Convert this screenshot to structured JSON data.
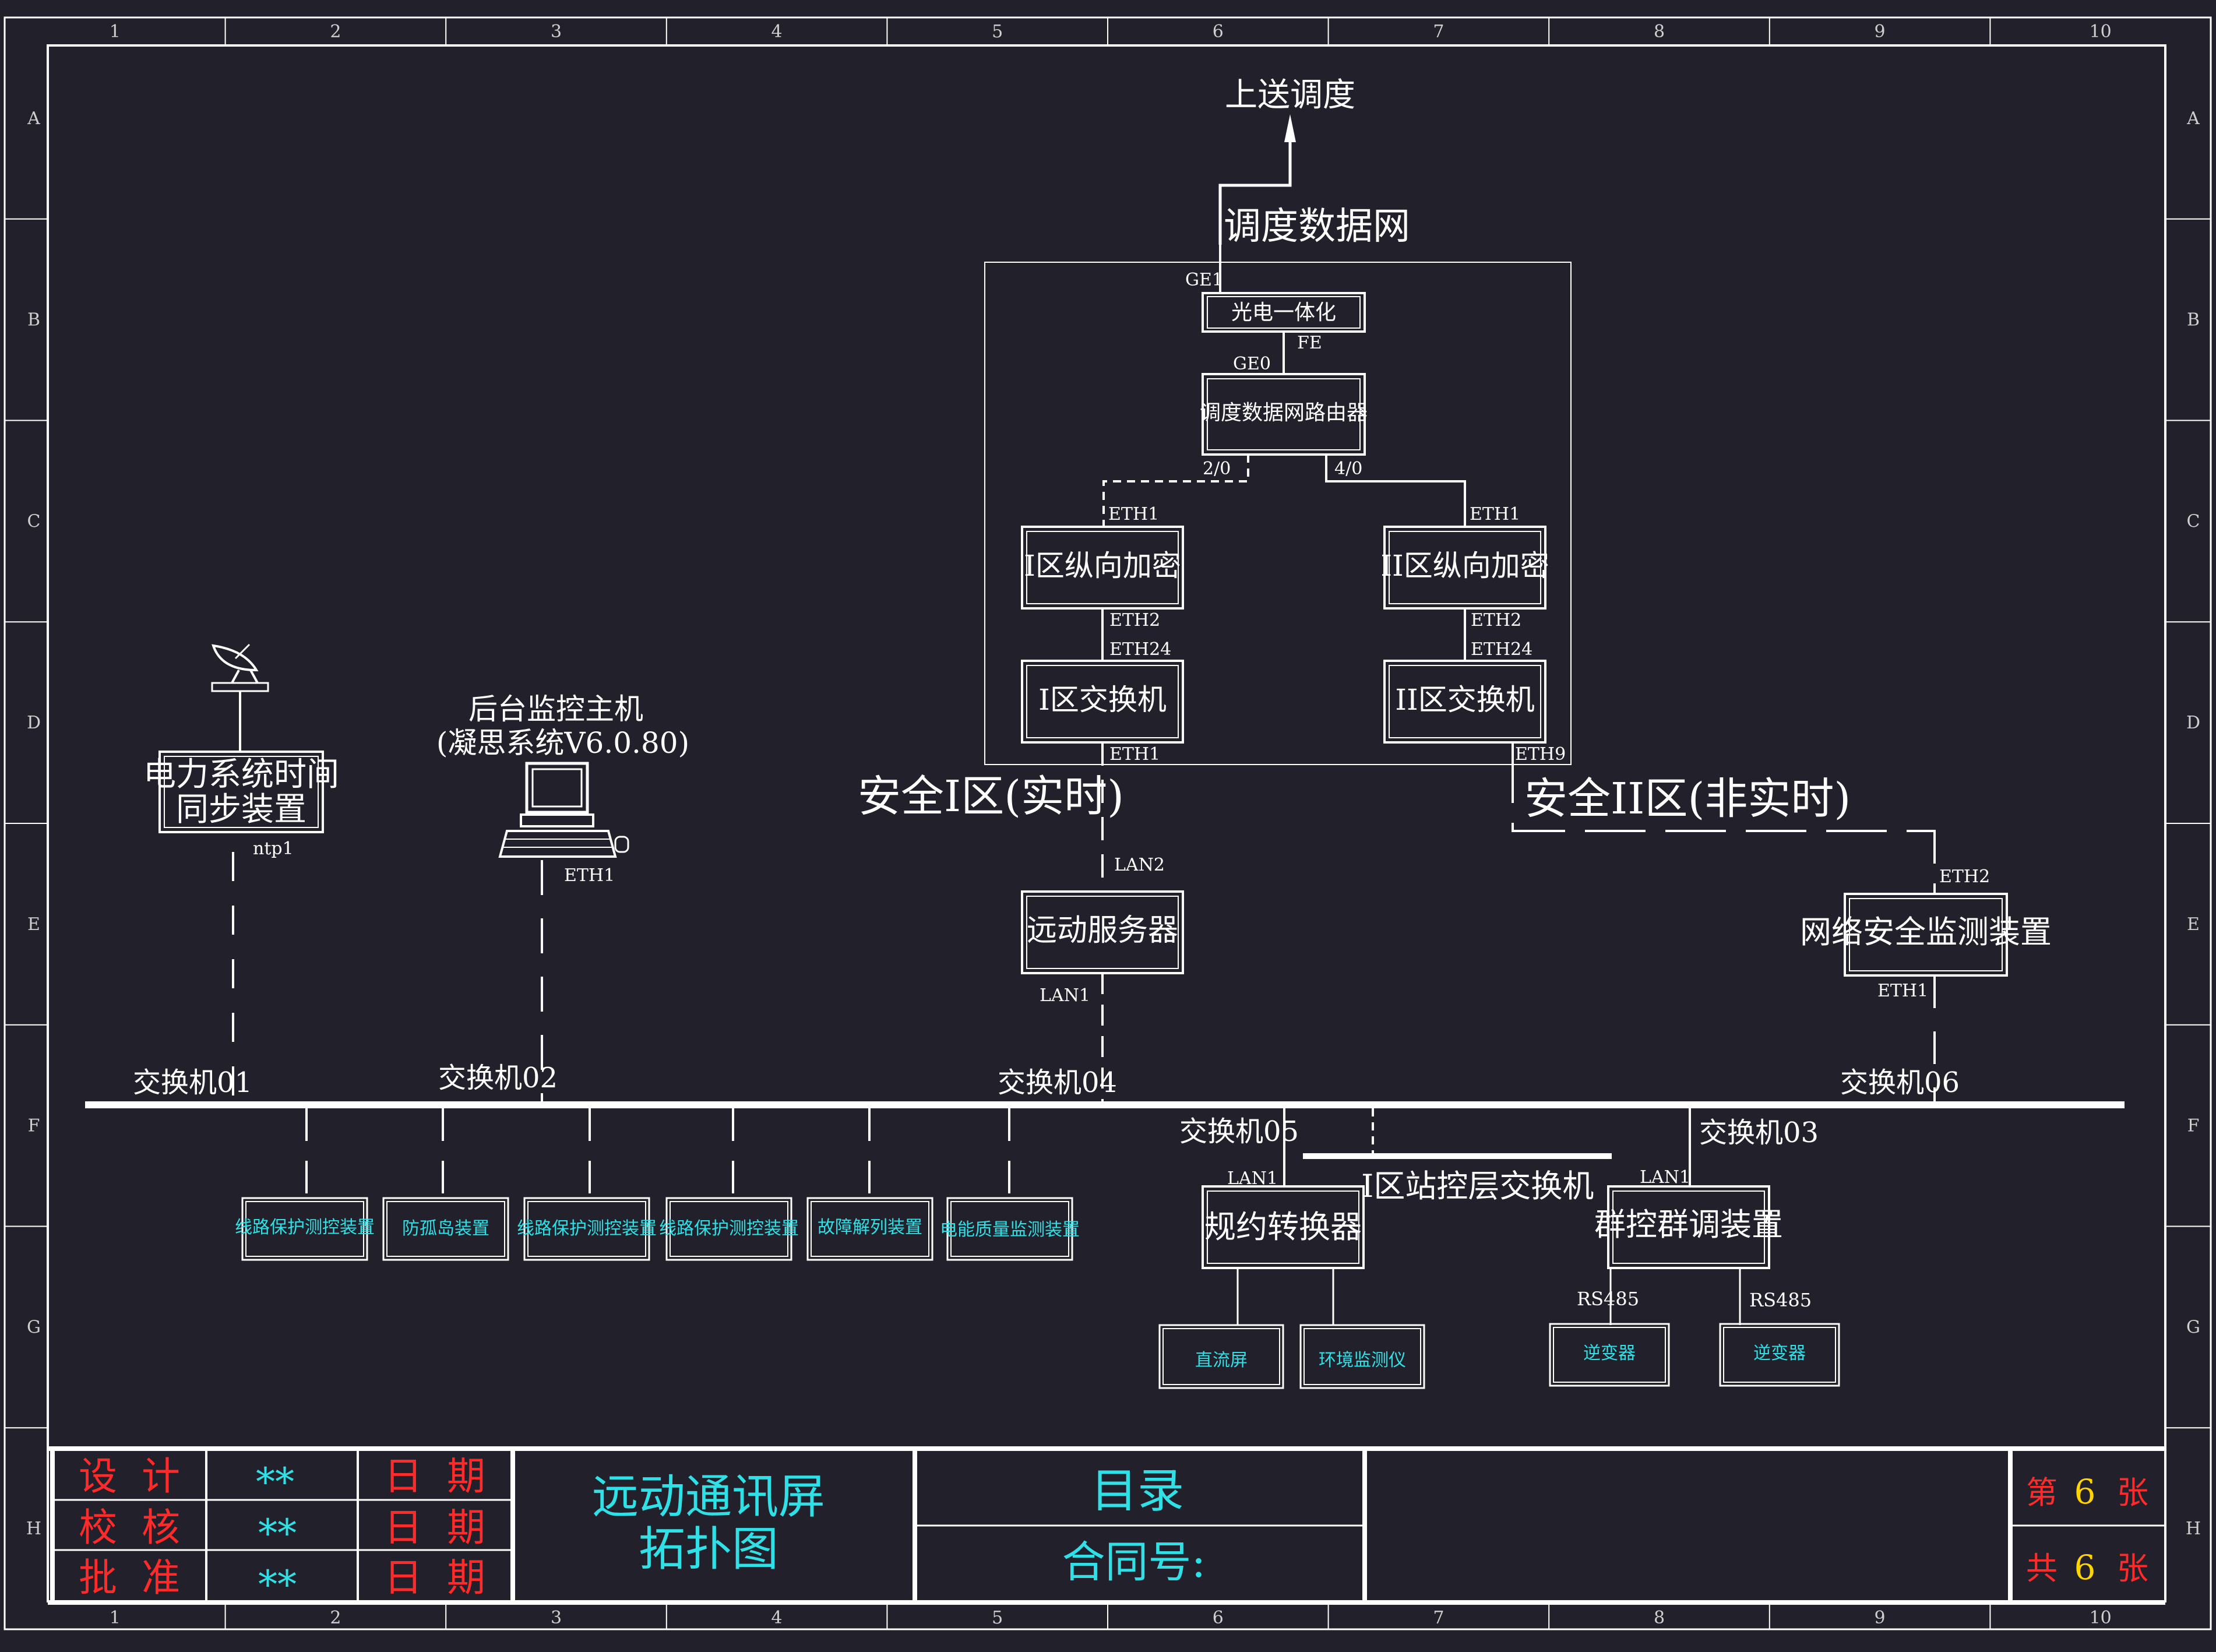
{
  "colors": {
    "background": "#22212b",
    "line": "#ffffff",
    "device_text": "#2fe0e6",
    "title_red": "#ff2a2a",
    "sheet_no": "#ffd400"
  },
  "grid": {
    "cols": [
      "1",
      "2",
      "3",
      "4",
      "5",
      "6",
      "7",
      "8",
      "9",
      "10"
    ],
    "rows": [
      "A",
      "B",
      "C",
      "D",
      "E",
      "F",
      "G",
      "H"
    ]
  },
  "top": {
    "upload": "上送调度",
    "dispatch_net": "调度数据网",
    "ge1": "GE1",
    "optical": "光电一体化",
    "fe": "FE",
    "ge0": "GE0",
    "router": "调度数据网路由器",
    "port_2_0": "2/0",
    "port_4_0": "4/0",
    "eth1_left": "ETH1",
    "eth1_right": "ETH1",
    "enc1": "I区纵向加密",
    "enc2": "II区纵向加密",
    "eth2_left": "ETH2",
    "eth2_right": "ETH2",
    "eth24_left": "ETH24",
    "eth24_right": "ETH24",
    "sw1": "I区交换机",
    "sw2": "II区交换机",
    "eth1_sw1": "ETH1",
    "eth9": "ETH9"
  },
  "zones": {
    "zone1": "安全I区(实时)",
    "zone2": "安全II区(非实时)"
  },
  "middle": {
    "lan2": "LAN2",
    "rt_server": "远动服务器",
    "lan1": "LAN1",
    "eth2_sec": "ETH2",
    "security_monitor": "网络安全监测装置",
    "eth1_sec": "ETH1",
    "time_sync_line1": "电力系统时间",
    "time_sync_line2": "同步装置",
    "ntp1": "ntp1",
    "monitor_host_line1": "后台监控主机",
    "monitor_host_line2": "(凝思系统V6.0.80)",
    "eth1_host": "ETH1"
  },
  "switches": {
    "sw01": "交换机01",
    "sw02": "交换机02",
    "sw04": "交换机04",
    "sw06": "交换机06",
    "sw05": "交换机05",
    "sw03": "交换机03",
    "station_sw": "I区站控层交换机"
  },
  "devices": [
    "线路保护测控装置",
    "防孤岛装置",
    "线路保护测控装置",
    "线路保护测控装置",
    "故障解列装置",
    "电能质量监测装置"
  ],
  "bottom": {
    "lan1_a": "LAN1",
    "protocol_conv": "规约转换器",
    "dc_screen": "直流屏",
    "env_monitor": "环境监测仪",
    "lan1_b": "LAN1",
    "group_ctrl": "群控群调装置",
    "rs485_a": "RS485",
    "rs485_b": "RS485",
    "inverter_a": "逆变器",
    "inverter_b": "逆变器"
  },
  "title_block": {
    "design": "设  计",
    "check": "校  核",
    "approve": "批  准",
    "stars1": "**",
    "stars2": "**",
    "stars3": "**",
    "date1": "日  期",
    "date2": "日  期",
    "date3": "日  期",
    "drawing_title_line1": "远动通讯屏",
    "drawing_title_line2": "拓扑图",
    "catalog": "目录",
    "contract": "合同号:",
    "sheet_prefix": "第",
    "sheet_no": "6",
    "sheet_suffix": "张",
    "total_prefix": "共",
    "total_no": "6",
    "total_suffix": "张"
  }
}
